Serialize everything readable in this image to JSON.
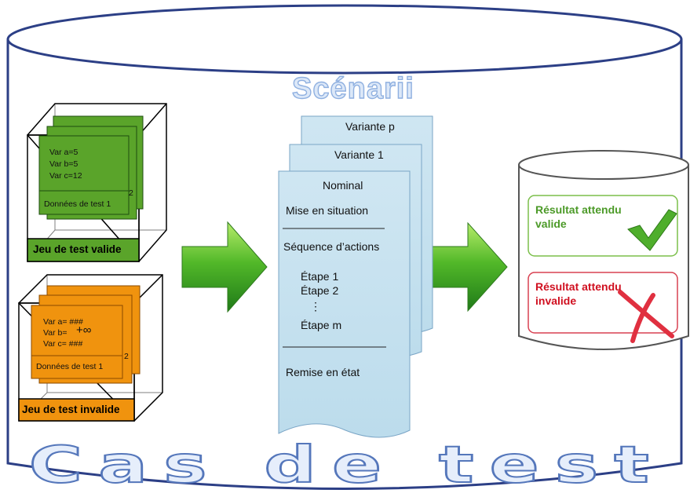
{
  "title": "Scénarii",
  "footer_title": "Cas de test",
  "valid_set": {
    "label": "Jeu de test valide",
    "vars": [
      "Var a=5",
      "Var b=5",
      "Var c=12"
    ],
    "page_number": "2",
    "data_label": "Données de test 1",
    "color": "#5aa42a"
  },
  "invalid_set": {
    "label": "Jeu de test invalide",
    "vars": [
      "Var a= ###",
      "Var b=",
      "+∞",
      "Var c= ###"
    ],
    "page_number": "2",
    "data_label": "Données de test 1",
    "color": "#f0930e"
  },
  "scenario": {
    "variant_p": "Variante p",
    "variant_1": "Variante 1",
    "nominal": "Nominal",
    "setup": "Mise en situation",
    "sequence": "Séquence d’actions",
    "steps": [
      "Étape 1",
      "Étape 2",
      "⋮",
      "Étape m"
    ],
    "reset": "Remise en état"
  },
  "results": {
    "valid": [
      "Résultat attendu",
      "valide"
    ],
    "invalid": [
      "Résultat attendu",
      "invalide"
    ],
    "valid_color": "#4c9a28",
    "invalid_color": "#d01020"
  }
}
